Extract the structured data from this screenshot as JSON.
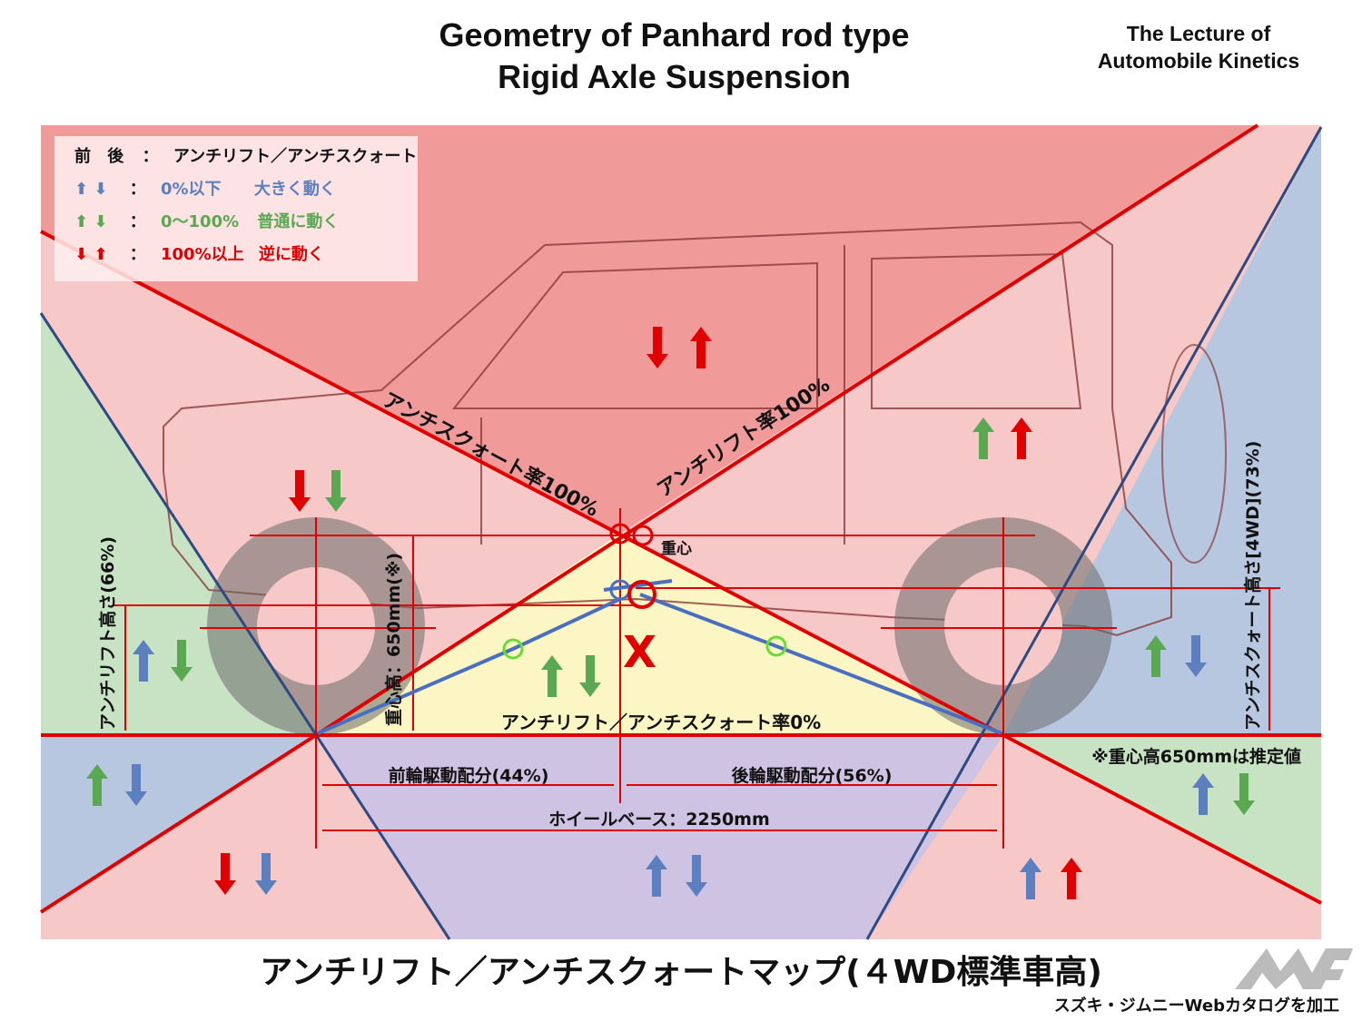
{
  "header": {
    "title_line1": "Geometry of Panhard rod type",
    "title_line2": "Rigid Axle Suspension",
    "lecture_line1": "The Lecture of",
    "lecture_line2": "Automobile Kinetics"
  },
  "legend": {
    "header_front": "前",
    "header_rear": "後",
    "colon": "：",
    "header_text": "アンチリフト／アンチスクォート",
    "rows": [
      {
        "range": "0%以下",
        "meaning": "大きく動く",
        "color": "#5b7fbf"
      },
      {
        "range": "0～100%",
        "meaning": "普通に動く",
        "color": "#5aa852"
      },
      {
        "range": "100%以上",
        "meaning": "逆に動く",
        "color": "#e00000"
      }
    ]
  },
  "labels": {
    "anti_squat_100": "アンチスクォート率100%",
    "anti_lift_100": "アンチリフト率100%",
    "cg": "重心",
    "cg_height": "重心高：650mm(※)",
    "zero_rate": "アンチリフト／アンチスクォート率0%",
    "anti_lift_height": "アンチリフト高さ(66%)",
    "anti_squat_height": "アンチスクォート高さ[4WD](73%)",
    "note": "※重心高650mmは推定値",
    "front_drive": "前輪駆動配分(44%)",
    "rear_drive": "後輪駆動配分(56%)",
    "wheelbase": "ホイールベース：2250mm",
    "instant_center": "X"
  },
  "caption": "アンチリフト／アンチスクォートマップ(４WD標準車高)",
  "credit": "スズキ・ジムニーWebカタログを加工",
  "logo_text": "MF",
  "colors": {
    "red": "#e00000",
    "blue": "#5b7fbf",
    "green": "#5aa852"
  }
}
